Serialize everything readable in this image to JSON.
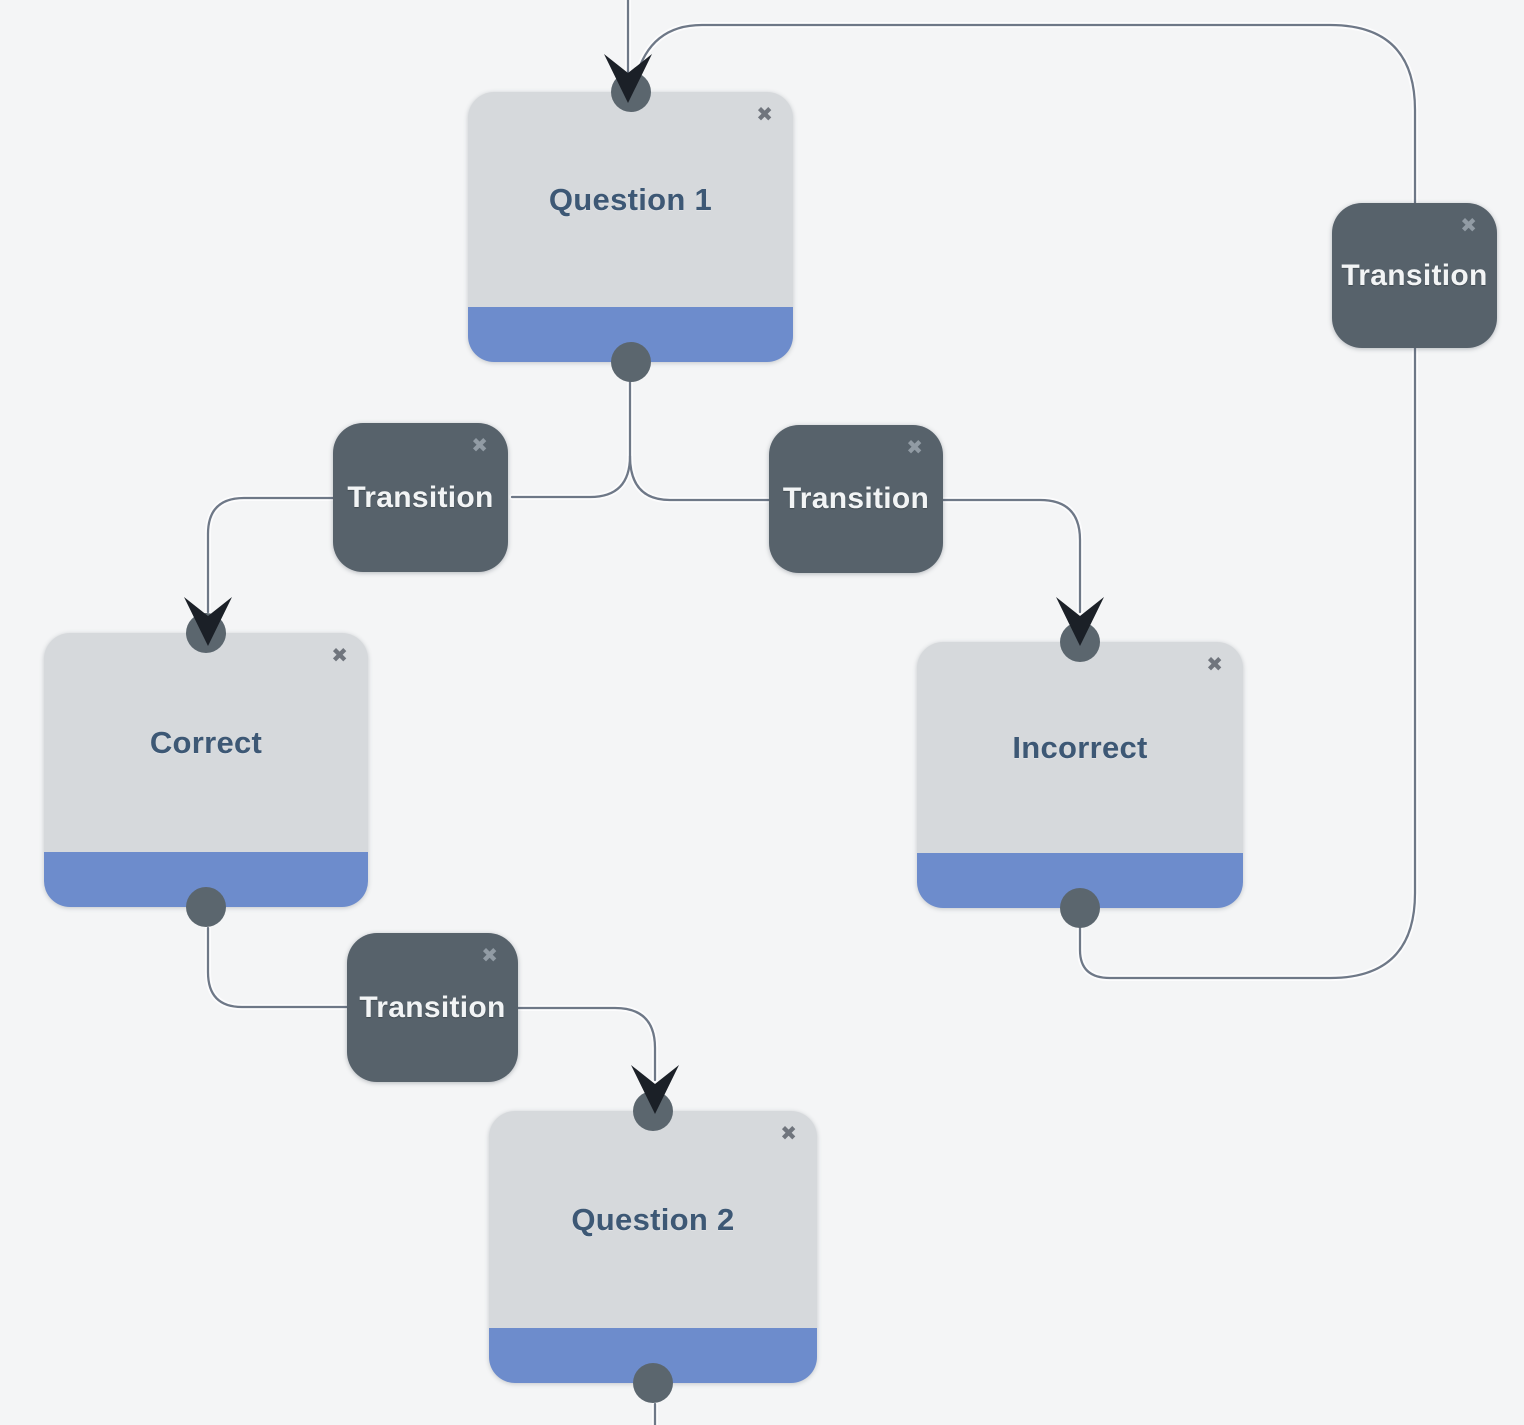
{
  "canvas": {
    "background": "#f4f5f6"
  },
  "palette": {
    "state_body": "#d6d9dc",
    "state_footer": "#6d8ccc",
    "state_label_text": "#3d5875",
    "transition_bg": "#57626b",
    "transition_label_text": "#f2f4f5",
    "port": "#5b666e",
    "edge": "#6e7887",
    "arrow": "#1b2027",
    "close_icon_light": "#70757d",
    "close_icon_dark": "#919ba4"
  },
  "icons": {
    "close": "✖"
  },
  "nodes": {
    "question1": {
      "label": "Question 1",
      "type": "state"
    },
    "transition_right": {
      "label": "Transition",
      "type": "transition"
    },
    "transition_left": {
      "label": "Transition",
      "type": "transition"
    },
    "transition_mid": {
      "label": "Transition",
      "type": "transition"
    },
    "correct": {
      "label": "Correct",
      "type": "state"
    },
    "incorrect": {
      "label": "Incorrect",
      "type": "state"
    },
    "transition_lower": {
      "label": "Transition",
      "type": "transition"
    },
    "question2": {
      "label": "Question 2",
      "type": "state"
    }
  }
}
